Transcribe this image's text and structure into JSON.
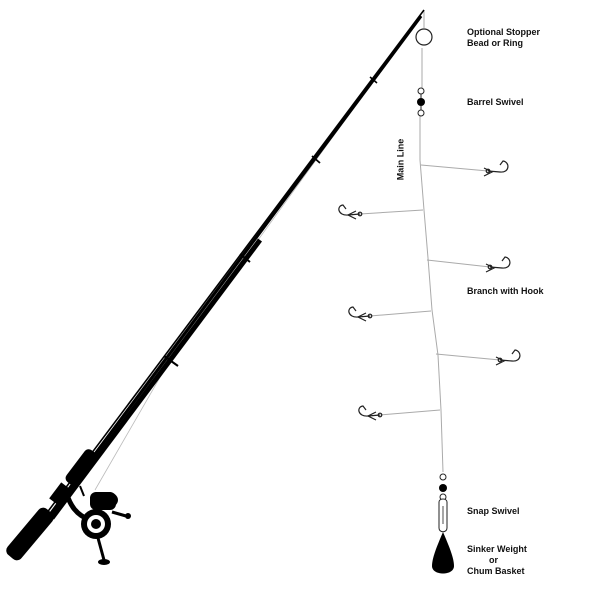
{
  "labels": {
    "stopper_line1": "Optional Stopper",
    "stopper_line2": "Bead or Ring",
    "barrel_swivel": "Barrel Swivel",
    "main_line": "Main Line",
    "branch_with_hook": "Branch with Hook",
    "snap_swivel": "Snap Swivel",
    "sinker_line1": "Sinker Weight",
    "sinker_line2": "or",
    "sinker_line3": "Chum Basket"
  },
  "colors": {
    "rod": "#000000",
    "line": "#aaaaaa",
    "hook": "#222222",
    "text": "#111111"
  }
}
